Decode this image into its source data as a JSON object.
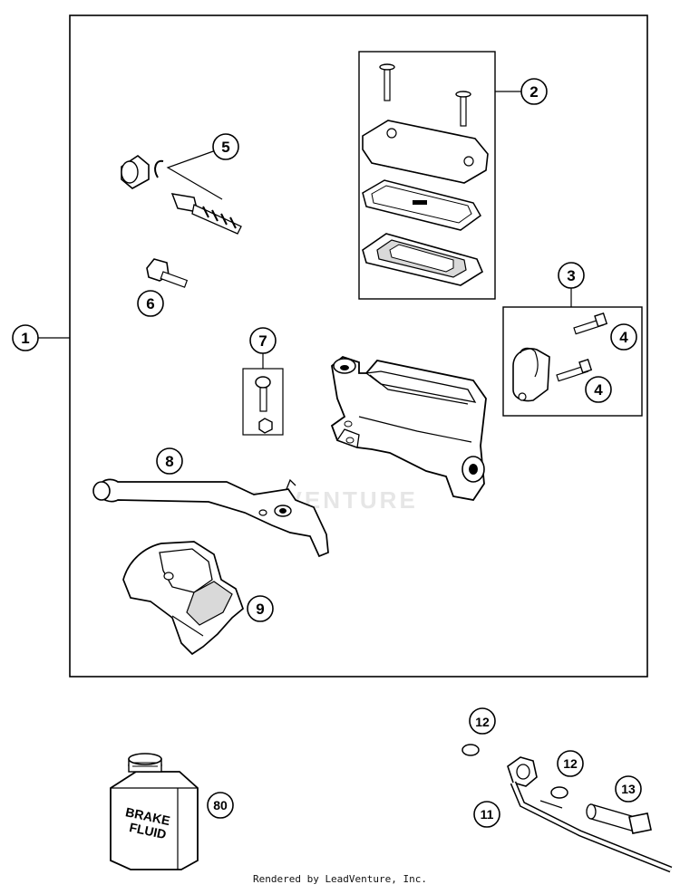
{
  "diagram": {
    "callouts": {
      "c1": "1",
      "c2": "2",
      "c3": "3",
      "c4a": "4",
      "c4b": "4",
      "c5": "5",
      "c6": "6",
      "c7": "7",
      "c8": "8",
      "c9": "9",
      "c11": "11",
      "c12a": "12",
      "c12b": "12",
      "c13": "13",
      "c80": "80"
    },
    "bottle_label_line1": "BRAKE",
    "bottle_label_line2": "FLUID",
    "watermark": "ADVENTURE"
  },
  "footer": {
    "credit": "Rendered by LeadVenture, Inc."
  },
  "colors": {
    "line": "#000000",
    "part_fill": "#ffffff",
    "shade": "#d9d9d9",
    "watermark": "#e6e6e6"
  }
}
